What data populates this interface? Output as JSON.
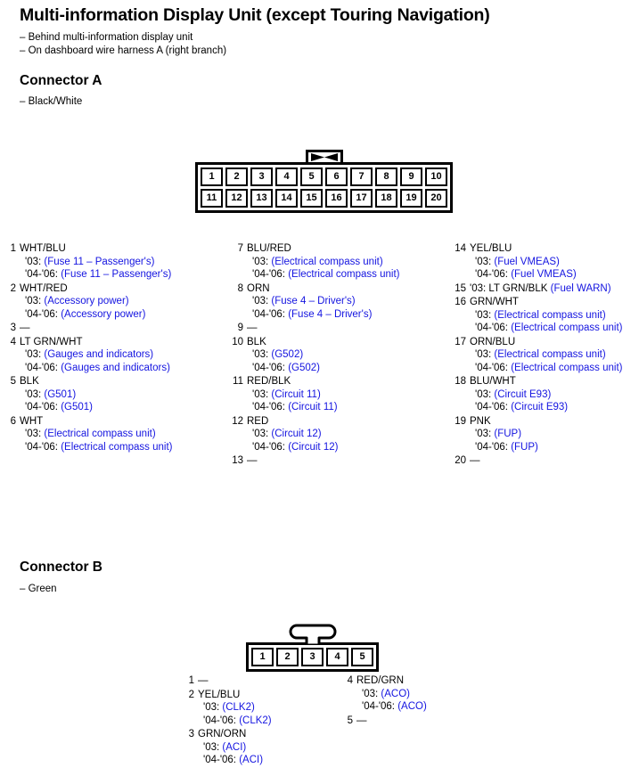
{
  "header": {
    "title": "Multi-information Display Unit (except Touring Navigation)",
    "notes": [
      "– Behind multi-information display unit",
      "– On dashboard wire harness A (right branch)"
    ]
  },
  "colors": {
    "reference_blue": "#1414e0",
    "text_black": "#000000"
  },
  "connector_a": {
    "title": "Connector A",
    "color_note": "– Black/White",
    "diagram": {
      "tab": "bowtie-tab",
      "rows": [
        [
          "1",
          "2",
          "3",
          "4",
          "5",
          "6",
          "7",
          "8",
          "9",
          "10"
        ],
        [
          "11",
          "12",
          "13",
          "14",
          "15",
          "16",
          "17",
          "18",
          "19",
          "20"
        ]
      ]
    },
    "columns": [
      [
        {
          "num": "1",
          "wire": "WHT/BLU",
          "variants": [
            {
              "year": "'03:",
              "ref": "(Fuse 11 – Passenger's)"
            },
            {
              "year": "'04-'06:",
              "ref": "(Fuse 11 – Passenger's)"
            }
          ]
        },
        {
          "num": "2",
          "wire": "WHT/RED",
          "variants": [
            {
              "year": "'03:",
              "ref": "(Accessory power)"
            },
            {
              "year": "'04-'06:",
              "ref": "(Accessory power)"
            }
          ]
        },
        {
          "num": "3",
          "wire": "—",
          "variants": []
        },
        {
          "num": "4",
          "wire": "LT GRN/WHT",
          "variants": [
            {
              "year": "'03:",
              "ref": "(Gauges and indicators)"
            },
            {
              "year": "'04-'06:",
              "ref": "(Gauges and indicators)"
            }
          ]
        },
        {
          "num": "5",
          "wire": "BLK",
          "variants": [
            {
              "year": "'03:",
              "ref": "(G501)"
            },
            {
              "year": "'04-'06:",
              "ref": "(G501)"
            }
          ]
        },
        {
          "num": "6",
          "wire": "WHT",
          "variants": [
            {
              "year": "'03:",
              "ref": "(Electrical compass unit)"
            },
            {
              "year": "'04-'06:",
              "ref": "(Electrical compass unit)"
            }
          ]
        }
      ],
      [
        {
          "num": "7",
          "wire": "BLU/RED",
          "variants": [
            {
              "year": "'03:",
              "ref": "(Electrical compass unit)"
            },
            {
              "year": "'04-'06:",
              "ref": "(Electrical compass unit)"
            }
          ]
        },
        {
          "num": "8",
          "wire": "ORN",
          "variants": [
            {
              "year": "'03:",
              "ref": "(Fuse 4 – Driver's)"
            },
            {
              "year": "'04-'06:",
              "ref": "(Fuse 4 – Driver's)"
            }
          ]
        },
        {
          "num": "9",
          "wire": "—",
          "variants": []
        },
        {
          "num": "10",
          "wire": "BLK",
          "variants": [
            {
              "year": "'03:",
              "ref": "(G502)"
            },
            {
              "year": "'04-'06:",
              "ref": "(G502)"
            }
          ]
        },
        {
          "num": "11",
          "wire": "RED/BLK",
          "variants": [
            {
              "year": "'03:",
              "ref": "(Circuit 11)"
            },
            {
              "year": "'04-'06:",
              "ref": "(Circuit 11)"
            }
          ]
        },
        {
          "num": "12",
          "wire": "RED",
          "variants": [
            {
              "year": "'03:",
              "ref": "(Circuit 12)"
            },
            {
              "year": "'04-'06:",
              "ref": "(Circuit 12)"
            }
          ]
        },
        {
          "num": "13",
          "wire": "—",
          "variants": []
        }
      ],
      [
        {
          "num": "14",
          "wire": "YEL/BLU",
          "variants": [
            {
              "year": "'03:",
              "ref": "(Fuel VMEAS)"
            },
            {
              "year": "'04-'06:",
              "ref": "(Fuel VMEAS)"
            }
          ]
        },
        {
          "num": "15",
          "wire": "'03: LT GRN/BLK",
          "inline_ref": "(Fuel WARN)",
          "variants": []
        },
        {
          "num": "16",
          "wire": "GRN/WHT",
          "variants": [
            {
              "year": "'03:",
              "ref": "(Electrical compass unit)"
            },
            {
              "year": "'04-'06:",
              "ref": "(Electrical compass unit)"
            }
          ]
        },
        {
          "num": "17",
          "wire": "ORN/BLU",
          "variants": [
            {
              "year": "'03:",
              "ref": "(Electrical compass unit)"
            },
            {
              "year": "'04-'06:",
              "ref": "(Electrical compass unit)"
            }
          ]
        },
        {
          "num": "18",
          "wire": "BLU/WHT",
          "variants": [
            {
              "year": "'03:",
              "ref": "(Circuit E93)"
            },
            {
              "year": "'04-'06:",
              "ref": "(Circuit E93)"
            }
          ]
        },
        {
          "num": "19",
          "wire": "PNK",
          "variants": [
            {
              "year": "'03:",
              "ref": "(FUP)"
            },
            {
              "year": "'04-'06:",
              "ref": "(FUP)"
            }
          ]
        },
        {
          "num": "20",
          "wire": "—",
          "variants": []
        }
      ]
    ]
  },
  "connector_b": {
    "title": "Connector B",
    "color_note": "– Green",
    "diagram": {
      "tab": "tee-tab",
      "rows": [
        [
          "1",
          "2",
          "3",
          "4",
          "5"
        ]
      ]
    },
    "columns": [
      [
        {
          "num": "1",
          "wire": "—",
          "variants": []
        },
        {
          "num": "2",
          "wire": "YEL/BLU",
          "variants": [
            {
              "year": "'03:",
              "ref": "(CLK2)"
            },
            {
              "year": "'04-'06:",
              "ref": "(CLK2)"
            }
          ]
        },
        {
          "num": "3",
          "wire": "GRN/ORN",
          "variants": [
            {
              "year": "'03:",
              "ref": "(ACI)"
            },
            {
              "year": "'04-'06:",
              "ref": "(ACI)"
            }
          ]
        }
      ],
      [
        {
          "num": "4",
          "wire": "RED/GRN",
          "variants": [
            {
              "year": "'03:",
              "ref": "(ACO)"
            },
            {
              "year": "'04-'06:",
              "ref": "(ACO)"
            }
          ]
        },
        {
          "num": "5",
          "wire": "—",
          "variants": []
        }
      ]
    ]
  }
}
